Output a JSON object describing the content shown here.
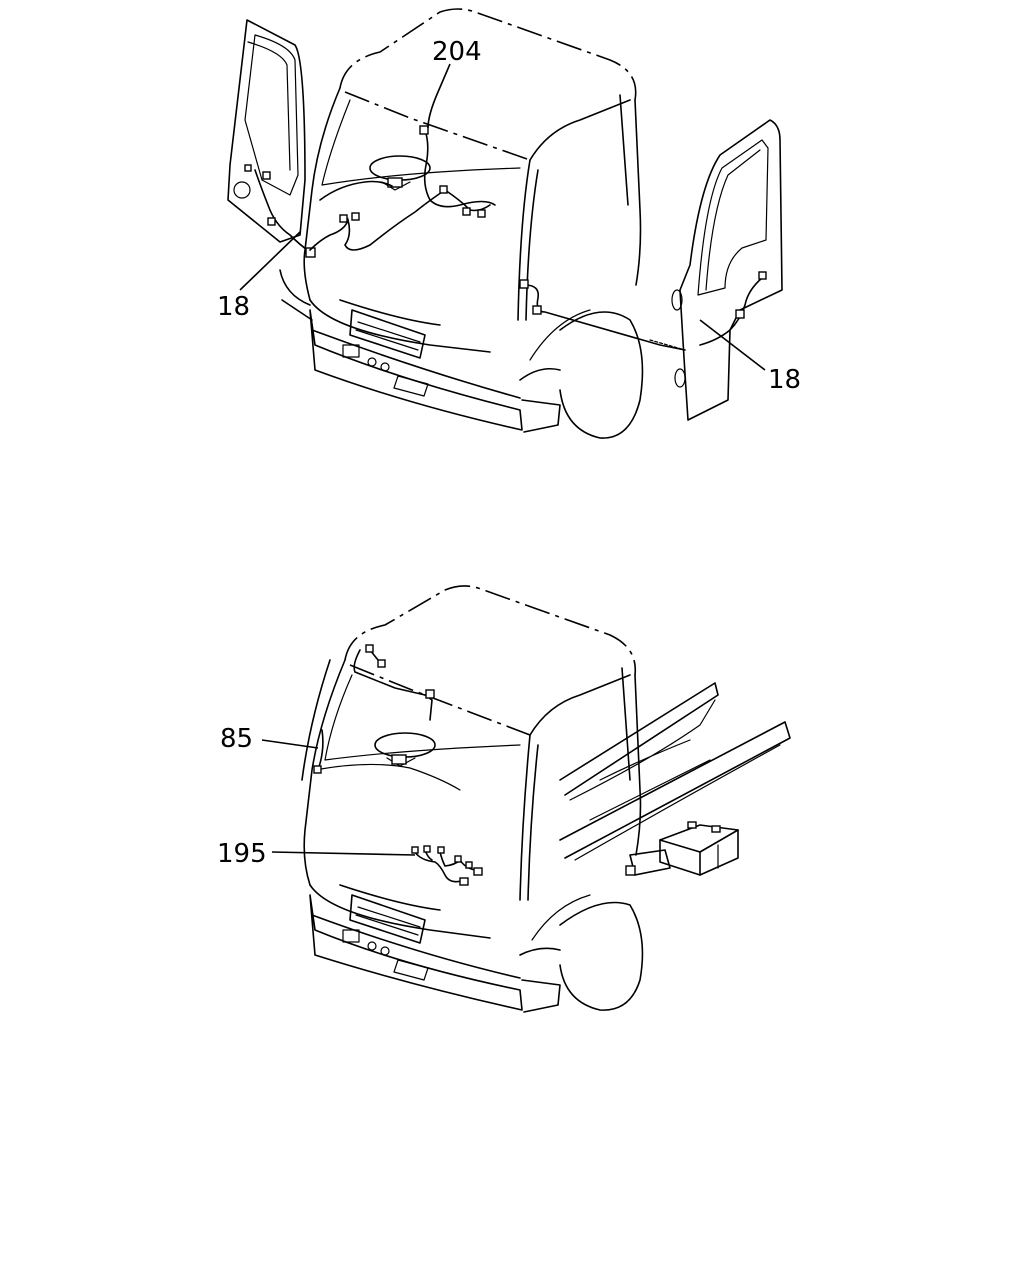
{
  "callouts_top": [
    {
      "id": "harness-204",
      "text": "204"
    },
    {
      "id": "harness-18-left",
      "text": "18"
    },
    {
      "id": "harness-18-right",
      "text": "18"
    }
  ],
  "callouts_bottom": [
    {
      "id": "harness-85",
      "text": "85"
    },
    {
      "id": "harness-195",
      "text": "195"
    }
  ]
}
